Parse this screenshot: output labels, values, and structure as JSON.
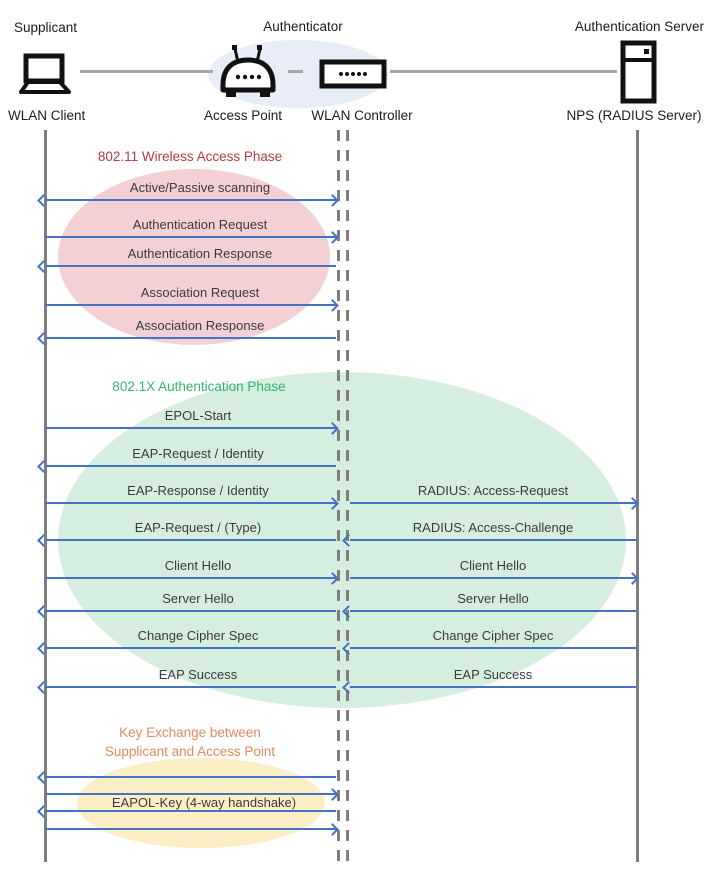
{
  "diagram_type": "sequence",
  "header": {
    "roles": [
      {
        "label": "Supplicant"
      },
      {
        "label": "Authenticator"
      },
      {
        "label": "Authentication Server"
      }
    ],
    "devices": [
      {
        "label": "WLAN Client",
        "icon": "laptop-icon"
      },
      {
        "label": "Access Point",
        "icon": "access-point-icon"
      },
      {
        "label": "WLAN Controller",
        "icon": "wlan-controller-icon"
      },
      {
        "label": "NPS (RADIUS Server)",
        "icon": "server-icon"
      }
    ]
  },
  "phases": [
    {
      "title": "802.11 Wireless Access Phase",
      "title_color": "#b63b42",
      "ellipse_color": "#f3d0d4",
      "messages": [
        {
          "label": "Active/Passive scanning",
          "direction": "both",
          "lane": "client-controller"
        },
        {
          "label": "Authentication Request",
          "direction": "right",
          "lane": "client-controller"
        },
        {
          "label": "Authentication Response",
          "direction": "left",
          "lane": "client-controller"
        },
        {
          "label": "Association Request",
          "direction": "right",
          "lane": "client-controller"
        },
        {
          "label": "Association Response",
          "direction": "left",
          "lane": "client-controller"
        }
      ]
    },
    {
      "title": "802.1X Authentication Phase",
      "title_color": "#35b271",
      "ellipse_color": "#d6eee0",
      "messages": [
        {
          "label": "EPOL-Start",
          "direction": "right",
          "lane": "client-controller"
        },
        {
          "label": "EAP-Request / Identity",
          "direction": "left",
          "lane": "client-controller"
        },
        {
          "label": "EAP-Response / Identity",
          "direction": "right",
          "lane": "client-controller"
        },
        {
          "label": "RADIUS: Access-Request",
          "direction": "right",
          "lane": "controller-server"
        },
        {
          "label": "EAP-Request / (Type)",
          "direction": "left",
          "lane": "client-controller"
        },
        {
          "label": "RADIUS: Access-Challenge",
          "direction": "left",
          "lane": "controller-server"
        },
        {
          "label": "Client Hello",
          "direction": "right",
          "lane": "client-controller"
        },
        {
          "label": "Client Hello",
          "direction": "right",
          "lane": "controller-server"
        },
        {
          "label": "Server Hello",
          "direction": "left",
          "lane": "client-controller"
        },
        {
          "label": "Server Hello",
          "direction": "left",
          "lane": "controller-server"
        },
        {
          "label": "Change Cipher Spec",
          "direction": "left",
          "lane": "client-controller"
        },
        {
          "label": "Change Cipher Spec",
          "direction": "left",
          "lane": "controller-server"
        },
        {
          "label": "EAP Success",
          "direction": "left",
          "lane": "client-controller"
        },
        {
          "label": "EAP Success",
          "direction": "left",
          "lane": "controller-server"
        }
      ]
    },
    {
      "title": "Key Exchange between Supplicant and Access Point",
      "title_lines": [
        "Key Exchange between",
        "Supplicant and Access Point"
      ],
      "title_color": "#e08a5e",
      "ellipse_color": "#fdeec6",
      "messages": [
        {
          "label": "",
          "direction": "left",
          "lane": "client-controller"
        },
        {
          "label": "",
          "direction": "right",
          "lane": "client-controller"
        },
        {
          "label": "EAPOL-Key (4-way handshake)",
          "direction": "left",
          "lane": "client-controller"
        },
        {
          "label": "",
          "direction": "right",
          "lane": "client-controller"
        }
      ]
    }
  ],
  "colors": {
    "arrow_blue": "#4472c4",
    "lifeline_gray": "#7f7f7f",
    "connector_gray": "#a6a6a6",
    "authenticator_ellipse": "#e9edf8"
  }
}
